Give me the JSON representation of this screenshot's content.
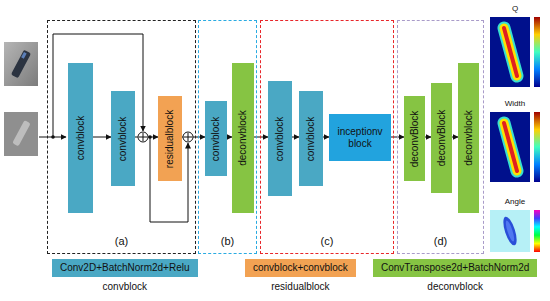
{
  "diagram": {
    "nodes": [
      {
        "text": [
          "(a)"
        ]
      },
      {
        "text": [
          "convblock"
        ],
        "in": 0
      },
      {
        "text": [
          "convblock"
        ],
        "in": 0
      },
      {
        "text": [
          "residualblock"
        ],
        "in": 0
      },
      {
        "text": [
          "(b)"
        ]
      },
      {
        "text": [
          "convblock"
        ],
        "in": 4
      },
      {
        "text": [
          "deconvblock"
        ],
        "in": 4
      },
      {
        "text": [
          "(c)"
        ]
      },
      {
        "text": [
          "convblock"
        ],
        "in": 7
      },
      {
        "text": [
          "convblock"
        ],
        "in": 7
      },
      {
        "text": [
          "inceptionv block"
        ],
        "in": 7
      },
      {
        "text": [
          "(d)"
        ]
      },
      {
        "text": [
          "deconvBlock"
        ],
        "in": 11
      },
      {
        "text": [
          "deconvBlock"
        ],
        "in": 11
      },
      {
        "text": [
          "deconvblock"
        ],
        "in": 11
      },
      {
        "text": [
          "Q"
        ]
      },
      {
        "text": [
          "Width"
        ]
      },
      {
        "text": [
          "Angle"
        ]
      },
      {
        "text": [
          "Conv2D+BatchNorm2d+Relu",
          "convblock"
        ]
      },
      {
        "text": [
          "convblock+convblock",
          "residualblock"
        ]
      },
      {
        "text": [
          "ConvTranspose2d+BatchNorm2d",
          "deconvblock"
        ]
      }
    ],
    "edges": [
      {
        "from": 1,
        "to": 2,
        "arrow": "to"
      },
      {
        "from": 2,
        "to": 3,
        "arrow": "to"
      },
      {
        "from": 3,
        "to": 5,
        "arrow": "to"
      },
      {
        "from": 5,
        "to": 6,
        "arrow": "to"
      },
      {
        "from": 6,
        "to": 8,
        "arrow": "to"
      },
      {
        "from": 8,
        "to": 9,
        "arrow": "to"
      },
      {
        "from": 9,
        "to": 10,
        "arrow": "to"
      },
      {
        "from": 10,
        "to": 12,
        "arrow": "to"
      },
      {
        "from": 12,
        "to": 13,
        "arrow": "to"
      },
      {
        "from": 13,
        "to": 14,
        "arrow": "to"
      }
    ]
  }
}
